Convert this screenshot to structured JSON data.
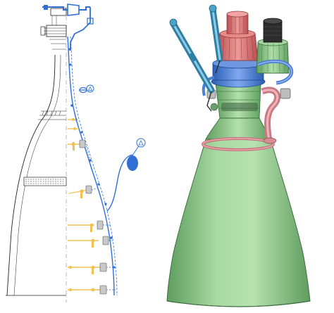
{
  "figure": {
    "left_panel": {
      "kind": "2d-section-drawing"
    },
    "right_panel": {
      "kind": "3d-cad-model"
    }
  },
  "colors": {
    "outline": "#222222",
    "piping_blue": "#2f6fd6",
    "annotation_yellow": "#f2c14e",
    "nozzle_green": "#9fd39a",
    "nozzle_green_dark": "#6cae6c",
    "turbopump_red": "#d97272",
    "manifold_blue": "#4a7fd4",
    "actuator_teal": "#4aa3c9",
    "duct_pink": "#e3a0a6",
    "injector_dark": "#2d2d2d"
  },
  "icons": {
    "callout_symbol": "triangle-in-circle"
  }
}
